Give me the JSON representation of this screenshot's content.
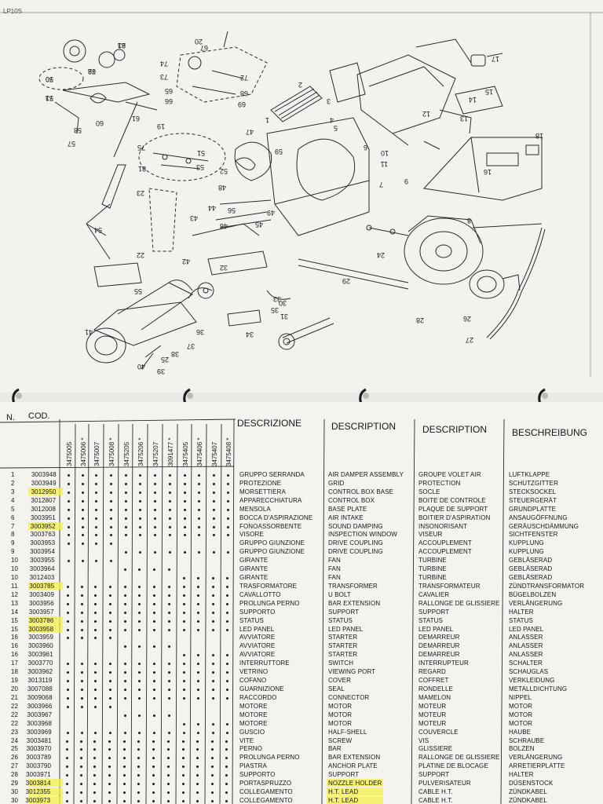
{
  "top_page": {
    "ref": "LP10S",
    "labels": [
      "63",
      "62",
      "50",
      "53",
      "60",
      "58",
      "57",
      "61",
      "67",
      "74",
      "73",
      "20",
      "72",
      "66",
      "65",
      "68",
      "69",
      "2",
      "1",
      "3",
      "4",
      "5",
      "6",
      "7",
      "8",
      "9",
      "10",
      "11",
      "12",
      "13",
      "14",
      "15",
      "16",
      "17",
      "18",
      "19",
      "75",
      "81",
      "53",
      "52",
      "51",
      "54",
      "55",
      "56",
      "59",
      "47",
      "48",
      "49",
      "45",
      "46",
      "44",
      "43",
      "42",
      "41",
      "40",
      "39",
      "38",
      "37",
      "36",
      "35",
      "34",
      "33",
      "32",
      "31",
      "30",
      "29",
      "28",
      "27",
      "26",
      "25",
      "24",
      "23",
      "22",
      "21",
      "76",
      "70",
      "71"
    ]
  },
  "table": {
    "code_header": "COD.",
    "no_header": "N.",
    "models": [
      "3475005",
      "3475006 *",
      "3475007",
      "3475008 *",
      "3475205",
      "3475206 *",
      "3475207",
      "3091477 *",
      "3475405",
      "3475406 *",
      "3475407",
      "3475408 *"
    ],
    "col_headers": {
      "it": "DESCRIZIONE",
      "en": "DESCRIPTION",
      "fr": "DESCRIPTION",
      "de": "BESCHREIBUNG"
    },
    "rows": [
      {
        "n": "1",
        "code": "3003948",
        "it": "GRUPPO SERRANDA",
        "en": "AIR DAMPER ASSEMBLY",
        "fr": "GROUPE VOLET AIR",
        "de": "LUFTKLAPPE",
        "hl": false,
        "dots": [
          1,
          1,
          1,
          1,
          1,
          1,
          1,
          1,
          1,
          1,
          1,
          1
        ]
      },
      {
        "n": "2",
        "code": "3003949",
        "it": "PROTEZIONE",
        "en": "GRID",
        "fr": "PROTECTION",
        "de": "SCHUTZGITTER",
        "hl": false,
        "dots": [
          1,
          1,
          1,
          1,
          1,
          1,
          1,
          1,
          1,
          1,
          1,
          1
        ]
      },
      {
        "n": "3",
        "code": "3012950",
        "it": "MORSETTIERA",
        "en": "CONTROL BOX BASE",
        "fr": "SOCLE",
        "de": "STECKSOCKEL",
        "hl": true,
        "dots": [
          1,
          1,
          1,
          1,
          1,
          1,
          1,
          1,
          1,
          1,
          1,
          1
        ]
      },
      {
        "n": "4",
        "code": "3012807",
        "it": "APPARECCHIATURA",
        "en": "CONTROL BOX",
        "fr": "BOITE DE CONTROLE",
        "de": "STEUERGERÄT",
        "hl": false,
        "dots": [
          1,
          1,
          1,
          1,
          1,
          1,
          1,
          1,
          1,
          1,
          1,
          1
        ]
      },
      {
        "n": "5",
        "code": "3012008",
        "it": "MENSOLA",
        "en": "BASE PLATE",
        "fr": "PLAQUE DE SUPPORT",
        "de": "GRUNDPLATTE",
        "hl": false,
        "dots": [
          1,
          1,
          1,
          1,
          1,
          1,
          1,
          1,
          1,
          1,
          1,
          1
        ]
      },
      {
        "n": "6",
        "code": "3003951",
        "it": "BOCCA D'ASPIRAZIONE",
        "en": "AIR INTAKE",
        "fr": "BOITIER D'ASPIRATION",
        "de": "ANSAUGÖFFNUNG",
        "hl": false,
        "dots": [
          1,
          1,
          1,
          1,
          1,
          1,
          1,
          1,
          1,
          1,
          1,
          1
        ]
      },
      {
        "n": "7",
        "code": "3003952",
        "it": "FONOASSORBENTE",
        "en": "SOUND DAMPING",
        "fr": "INSONORISANT",
        "de": "GERÄUSCHDÄMMUNG",
        "hl": true,
        "dots": [
          1,
          1,
          1,
          1,
          1,
          1,
          1,
          1,
          1,
          1,
          1,
          1
        ]
      },
      {
        "n": "8",
        "code": "3003763",
        "it": "VISORE",
        "en": "INSPECTION WINDOW",
        "fr": "VISEUR",
        "de": "SICHTFENSTER",
        "hl": false,
        "dots": [
          1,
          1,
          1,
          1,
          1,
          1,
          1,
          1,
          1,
          1,
          1,
          1
        ]
      },
      {
        "n": "9",
        "code": "3003953",
        "it": "GRUPPO GIUNZIONE",
        "en": "DRIVE COUPLING",
        "fr": "ACCOUPLEMENT",
        "de": "KUPPLUNG",
        "hl": false,
        "dots": [
          1,
          1,
          1,
          1,
          0,
          0,
          0,
          0,
          0,
          0,
          0,
          0
        ]
      },
      {
        "n": "9",
        "code": "3003954",
        "it": "GRUPPO GIUNZIONE",
        "en": "DRIVE COUPLING",
        "fr": "ACCOUPLEMENT",
        "de": "KUPPLUNG",
        "hl": false,
        "dots": [
          0,
          0,
          0,
          0,
          1,
          1,
          1,
          1,
          1,
          1,
          1,
          1
        ]
      },
      {
        "n": "10",
        "code": "3003955",
        "it": "GIRANTE",
        "en": "FAN",
        "fr": "TURBINE",
        "de": "GEBLÄSERAD",
        "hl": false,
        "dots": [
          1,
          1,
          1,
          1,
          0,
          0,
          0,
          0,
          0,
          0,
          0,
          0
        ]
      },
      {
        "n": "10",
        "code": "3003964",
        "it": "GIRANTE",
        "en": "FAN",
        "fr": "TURBINE",
        "de": "GEBLÄSERAD",
        "hl": false,
        "dots": [
          0,
          0,
          0,
          0,
          1,
          1,
          1,
          1,
          0,
          0,
          0,
          0
        ]
      },
      {
        "n": "10",
        "code": "3012403",
        "it": "GIRANTE",
        "en": "FAN",
        "fr": "TURBINE",
        "de": "GEBLÄSERAD",
        "hl": false,
        "dots": [
          0,
          0,
          0,
          0,
          0,
          0,
          0,
          0,
          1,
          1,
          1,
          1
        ]
      },
      {
        "n": "11",
        "code": "3003785",
        "it": "TRASFORMATORE",
        "en": "TRANSFORMER",
        "fr": "TRANSFORMATEUR",
        "de": "ZÜNDTRANSFORMATOR",
        "hl": true,
        "dots": [
          1,
          1,
          1,
          1,
          1,
          1,
          1,
          1,
          1,
          1,
          1,
          1
        ]
      },
      {
        "n": "12",
        "code": "3003409",
        "it": "CAVALLOTTO",
        "en": "U BOLT",
        "fr": "CAVALIER",
        "de": "BÜGELBOLZEN",
        "hl": false,
        "dots": [
          1,
          1,
          1,
          1,
          1,
          1,
          1,
          1,
          1,
          1,
          1,
          1
        ]
      },
      {
        "n": "13",
        "code": "3003956",
        "it": "PROLUNGA PERNO",
        "en": "BAR EXTENSION",
        "fr": "RALLONGE DE GLISSIERE",
        "de": "VERLÄNGERUNG",
        "hl": false,
        "dots": [
          1,
          1,
          1,
          1,
          1,
          1,
          1,
          1,
          1,
          1,
          1,
          1
        ]
      },
      {
        "n": "14",
        "code": "3003957",
        "it": "SUPPORTO",
        "en": "SUPPORT",
        "fr": "SUPPORT",
        "de": "HALTER",
        "hl": false,
        "dots": [
          1,
          1,
          1,
          1,
          1,
          1,
          1,
          1,
          1,
          1,
          1,
          1
        ]
      },
      {
        "n": "15",
        "code": "3003786",
        "it": "STATUS",
        "en": "STATUS",
        "fr": "STATUS",
        "de": "STATUS",
        "hl": true,
        "dots": [
          1,
          1,
          1,
          1,
          1,
          1,
          1,
          1,
          1,
          1,
          1,
          1
        ]
      },
      {
        "n": "15",
        "code": "3003958",
        "it": "LED PANEL",
        "en": "LED PANEL",
        "fr": "LED PANEL",
        "de": "LED PANEL",
        "hl": true,
        "dots": [
          1,
          1,
          1,
          1,
          1,
          1,
          1,
          1,
          1,
          1,
          1,
          1
        ]
      },
      {
        "n": "16",
        "code": "3003959",
        "it": "AVVIATORE",
        "en": "STARTER",
        "fr": "DEMARREUR",
        "de": "ANLASSER",
        "hl": false,
        "dots": [
          1,
          1,
          1,
          1,
          0,
          0,
          0,
          0,
          0,
          0,
          0,
          0
        ]
      },
      {
        "n": "16",
        "code": "3003960",
        "it": "AVVIATORE",
        "en": "STARTER",
        "fr": "DEMARREUR",
        "de": "ANLASSER",
        "hl": false,
        "dots": [
          0,
          0,
          0,
          0,
          1,
          1,
          1,
          1,
          0,
          0,
          0,
          0
        ]
      },
      {
        "n": "16",
        "code": "3003961",
        "it": "AVVIATORE",
        "en": "STARTER",
        "fr": "DEMARREUR",
        "de": "ANLASSER",
        "hl": false,
        "dots": [
          0,
          0,
          0,
          0,
          0,
          0,
          0,
          0,
          1,
          1,
          1,
          1
        ]
      },
      {
        "n": "17",
        "code": "3003770",
        "it": "INTERRUTTORE",
        "en": "SWITCH",
        "fr": "INTERRUPTEUR",
        "de": "SCHALTER",
        "hl": false,
        "dots": [
          1,
          1,
          1,
          1,
          1,
          1,
          1,
          1,
          1,
          1,
          1,
          1
        ]
      },
      {
        "n": "18",
        "code": "3003962",
        "it": "VETRINO",
        "en": "VIEWING PORT",
        "fr": "REGARD",
        "de": "SCHAUGLAS",
        "hl": false,
        "dots": [
          1,
          1,
          1,
          1,
          1,
          1,
          1,
          1,
          1,
          1,
          1,
          1
        ]
      },
      {
        "n": "19",
        "code": "3013119",
        "it": "COFANO",
        "en": "COVER",
        "fr": "COFFRET",
        "de": "VERKLEIDUNG",
        "hl": false,
        "dots": [
          1,
          1,
          1,
          1,
          1,
          1,
          1,
          1,
          1,
          1,
          1,
          1
        ]
      },
      {
        "n": "20",
        "code": "3007088",
        "it": "GUARNIZIONE",
        "en": "SEAL",
        "fr": "RONDELLE",
        "de": "METALLDICHTUNG",
        "hl": false,
        "dots": [
          1,
          1,
          1,
          1,
          1,
          1,
          1,
          1,
          1,
          1,
          1,
          1
        ]
      },
      {
        "n": "21",
        "code": "3009068",
        "it": "RACCORDO",
        "en": "CONNECTOR",
        "fr": "MAMELON",
        "de": "NIPPEL",
        "hl": false,
        "dots": [
          1,
          1,
          1,
          1,
          1,
          1,
          1,
          1,
          1,
          1,
          1,
          1
        ]
      },
      {
        "n": "22",
        "code": "3003966",
        "it": "MOTORE",
        "en": "MOTOR",
        "fr": "MOTEUR",
        "de": "MOTOR",
        "hl": false,
        "dots": [
          1,
          1,
          1,
          1,
          0,
          0,
          0,
          0,
          0,
          0,
          0,
          0
        ]
      },
      {
        "n": "22",
        "code": "3003967",
        "it": "MOTORE",
        "en": "MOTOR",
        "fr": "MOTEUR",
        "de": "MOTOR",
        "hl": false,
        "dots": [
          0,
          0,
          0,
          0,
          1,
          1,
          1,
          1,
          0,
          0,
          0,
          0
        ]
      },
      {
        "n": "22",
        "code": "3003968",
        "it": "MOTORE",
        "en": "MOTOR",
        "fr": "MOTEUR",
        "de": "MOTOR",
        "hl": false,
        "dots": [
          0,
          0,
          0,
          0,
          0,
          0,
          0,
          0,
          1,
          1,
          1,
          1
        ]
      },
      {
        "n": "23",
        "code": "3003969",
        "it": "GUSCIO",
        "en": "HALF-SHELL",
        "fr": "COUVERCLE",
        "de": "HAUBE",
        "hl": false,
        "dots": [
          1,
          1,
          1,
          1,
          1,
          1,
          1,
          1,
          1,
          1,
          1,
          1
        ]
      },
      {
        "n": "24",
        "code": "3003481",
        "it": "VITE",
        "en": "SCREW",
        "fr": "VIS",
        "de": "SCHRAUBE",
        "hl": false,
        "dots": [
          1,
          1,
          1,
          1,
          1,
          1,
          1,
          1,
          1,
          1,
          1,
          1
        ]
      },
      {
        "n": "25",
        "code": "3003970",
        "it": "PERNO",
        "en": "BAR",
        "fr": "GLISSIERE",
        "de": "BOLZEN",
        "hl": false,
        "dots": [
          1,
          1,
          1,
          1,
          1,
          1,
          1,
          1,
          1,
          1,
          1,
          1
        ]
      },
      {
        "n": "26",
        "code": "3003789",
        "it": "PROLUNGA PERNO",
        "en": "BAR EXTENSION",
        "fr": "RALLONGE DE GLISSIERE",
        "de": "VERLÄNGERUNG",
        "hl": false,
        "dots": [
          1,
          1,
          1,
          1,
          1,
          1,
          1,
          1,
          1,
          1,
          1,
          1
        ]
      },
      {
        "n": "27",
        "code": "3003790",
        "it": "PIASTRA",
        "en": "ANCHOR PLATE",
        "fr": "PLATINE DE BLOCAGE",
        "de": "ARRETIERPLATTE",
        "hl": false,
        "dots": [
          1,
          1,
          1,
          1,
          1,
          1,
          1,
          1,
          1,
          1,
          1,
          1
        ]
      },
      {
        "n": "28",
        "code": "3003971",
        "it": "SUPPORTO",
        "en": "SUPPORT",
        "fr": "SUPPORT",
        "de": "HALTER",
        "hl": false,
        "dots": [
          1,
          1,
          1,
          1,
          1,
          1,
          1,
          1,
          1,
          1,
          1,
          1
        ]
      },
      {
        "n": "29",
        "code": "3003814",
        "it": "PORTASPRUZZO",
        "en": "NOZZLE HOLDER",
        "fr": "PULVERISATEUR",
        "de": "DÜSENSTOCK",
        "hl": true,
        "dots": [
          1,
          1,
          1,
          1,
          1,
          1,
          1,
          1,
          1,
          1,
          1,
          1
        ]
      },
      {
        "n": "30",
        "code": "3012355",
        "it": "COLLEGAMENTO",
        "en": "H.T. LEAD",
        "fr": "CABLE H.T.",
        "de": "ZÜNDKABEL",
        "hl": true,
        "dots": [
          1,
          1,
          1,
          1,
          1,
          1,
          1,
          1,
          1,
          1,
          1,
          1
        ]
      },
      {
        "n": "30",
        "code": "3003973",
        "it": "COLLEGAMENTO",
        "en": "H.T. LEAD",
        "fr": "CABLE H.T.",
        "de": "ZÜNDKABEL",
        "hl": true,
        "dots": [
          1,
          1,
          1,
          1,
          1,
          1,
          1,
          1,
          1,
          1,
          1,
          1
        ]
      }
    ]
  }
}
